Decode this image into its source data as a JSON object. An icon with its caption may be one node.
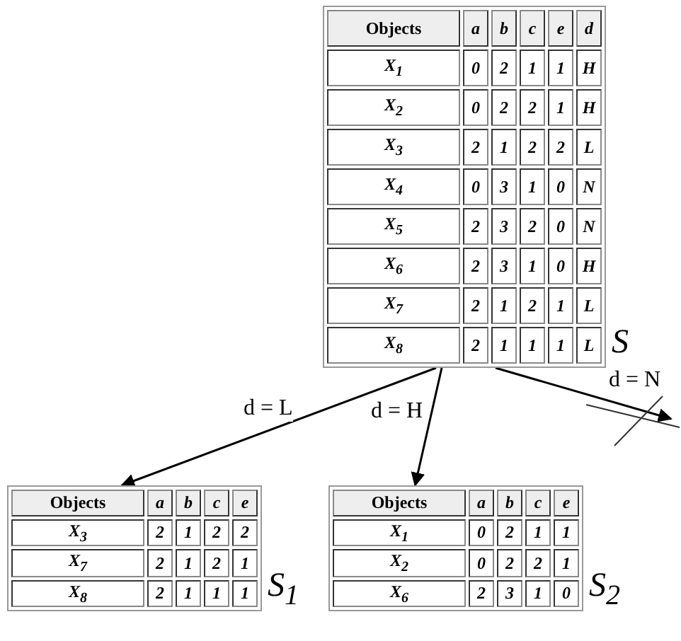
{
  "diagram": {
    "nodes": [
      {
        "text": [
          "Objects",
          "a",
          "b",
          "c",
          "e",
          "d",
          "X$_{1}$",
          "0",
          "2",
          "1",
          "1",
          "H",
          "X$_{2}$",
          "0",
          "2",
          "2",
          "1",
          "H",
          "X$_{3}$",
          "2",
          "1",
          "2",
          "2",
          "L",
          "X$_{4}$",
          "0",
          "3",
          "1",
          "0",
          "N",
          "X$_{5}$",
          "2",
          "3",
          "2",
          "0",
          "N",
          "X$_{6}$",
          "2",
          "3",
          "1",
          "0",
          "H",
          "X$_{7}$",
          "2",
          "1",
          "2",
          "1",
          "L",
          "X$_{8}$",
          "2",
          "1",
          "1",
          "1",
          "L"
        ],
        "beside": [
          "S"
        ]
      },
      {
        "text": [
          "Objects",
          "a",
          "b",
          "c",
          "e",
          "X$_{3}$",
          "2",
          "1",
          "2",
          "2",
          "X$_{7}$",
          "2",
          "1",
          "2",
          "1",
          "X$_{8}$",
          "2",
          "1",
          "1",
          "1"
        ],
        "beside": [
          "S$_{1}$"
        ]
      },
      {
        "text": [
          "Objects",
          "a",
          "b",
          "c",
          "e",
          "X$_{1}$",
          "0",
          "2",
          "1",
          "1",
          "X$_{2}$",
          "0",
          "2",
          "2",
          "1",
          "X$_{6}$",
          "2",
          "3",
          "1",
          "0"
        ],
        "beside": [
          "S$_{2}$"
        ]
      }
    ],
    "edges": [
      {
        "from": 0,
        "to": 1,
        "arrow": "to",
        "label": "d = L"
      },
      {
        "from": 0,
        "to": 2,
        "arrow": "to",
        "label": "d = H"
      },
      {
        "from": 0,
        "to": null,
        "arrow": "to",
        "label": "d = N"
      }
    ]
  }
}
